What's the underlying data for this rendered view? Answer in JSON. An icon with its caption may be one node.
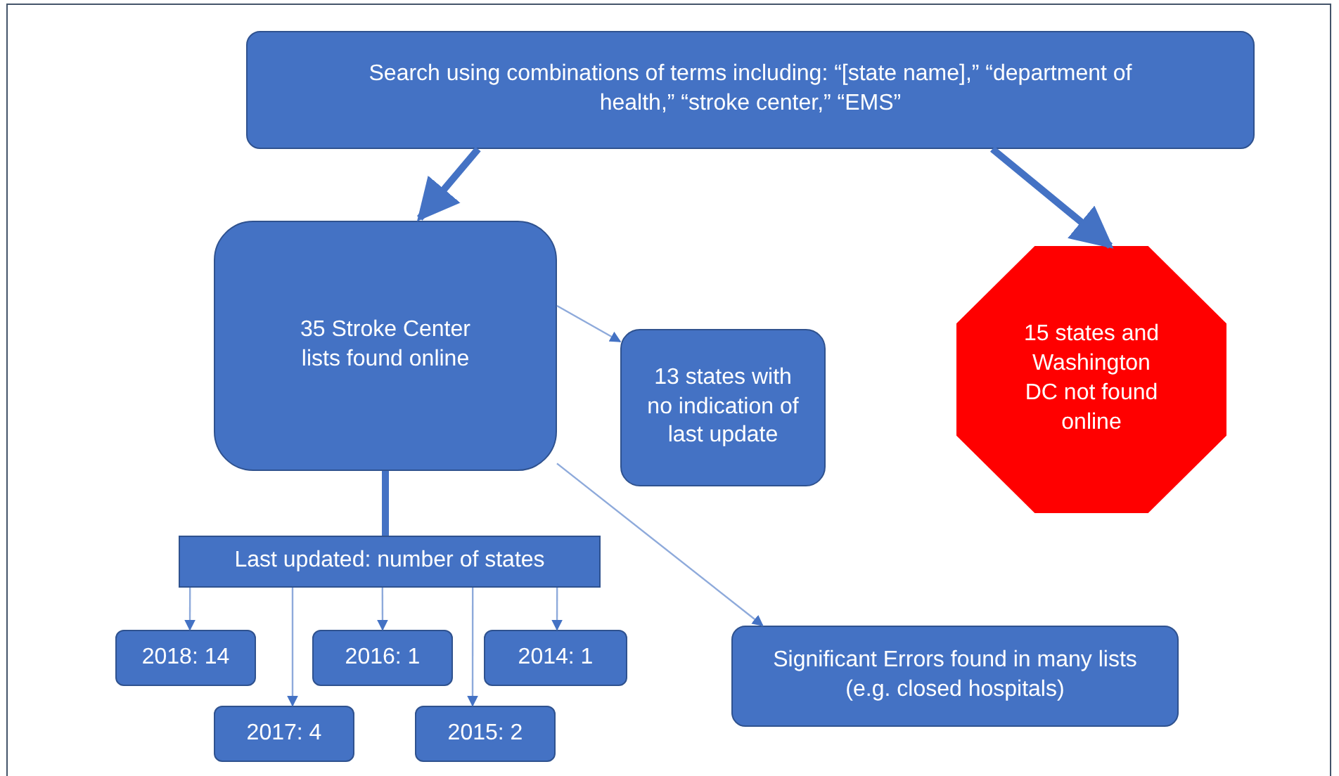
{
  "diagram": {
    "nodes": [
      {
        "text": [
          "Search using combinations of terms including: “[state name],” “department of health,” “stroke center,” “EMS”"
        ]
      },
      {
        "text": [
          "35 Stroke Center lists found online"
        ]
      },
      {
        "text": [
          "13 states with no indication of last update"
        ]
      },
      {
        "text": [
          "15 states and Washington DC not found online"
        ]
      },
      {
        "text": [
          "Last updated: number of states"
        ]
      },
      {
        "text": [
          "2018: 14"
        ]
      },
      {
        "text": [
          "2016: 1"
        ]
      },
      {
        "text": [
          "2014: 1"
        ]
      },
      {
        "text": [
          "2017: 4"
        ]
      },
      {
        "text": [
          "2015: 2"
        ]
      },
      {
        "text": [
          "Significant Errors found in many lists (e.g. closed hospitals)"
        ]
      }
    ],
    "edges": [
      {
        "from": 0,
        "to": 1,
        "arrow": "to",
        "style": "thick",
        "color": "#4472c4"
      },
      {
        "from": 0,
        "to": 3,
        "arrow": "to",
        "style": "thick",
        "color": "#4472c4"
      },
      {
        "from": 1,
        "to": 2,
        "arrow": "to"
      },
      {
        "from": 1,
        "to": 10,
        "arrow": "to"
      },
      {
        "from": 1,
        "to": 4,
        "arrow": "none",
        "style": "thick",
        "color": "#4472c4"
      },
      {
        "from": 4,
        "to": 5,
        "arrow": "to"
      },
      {
        "from": 4,
        "to": 8,
        "arrow": "to"
      },
      {
        "from": 4,
        "to": 6,
        "arrow": "to"
      },
      {
        "from": 4,
        "to": 9,
        "arrow": "to"
      },
      {
        "from": 4,
        "to": 7,
        "arrow": "to"
      }
    ]
  }
}
